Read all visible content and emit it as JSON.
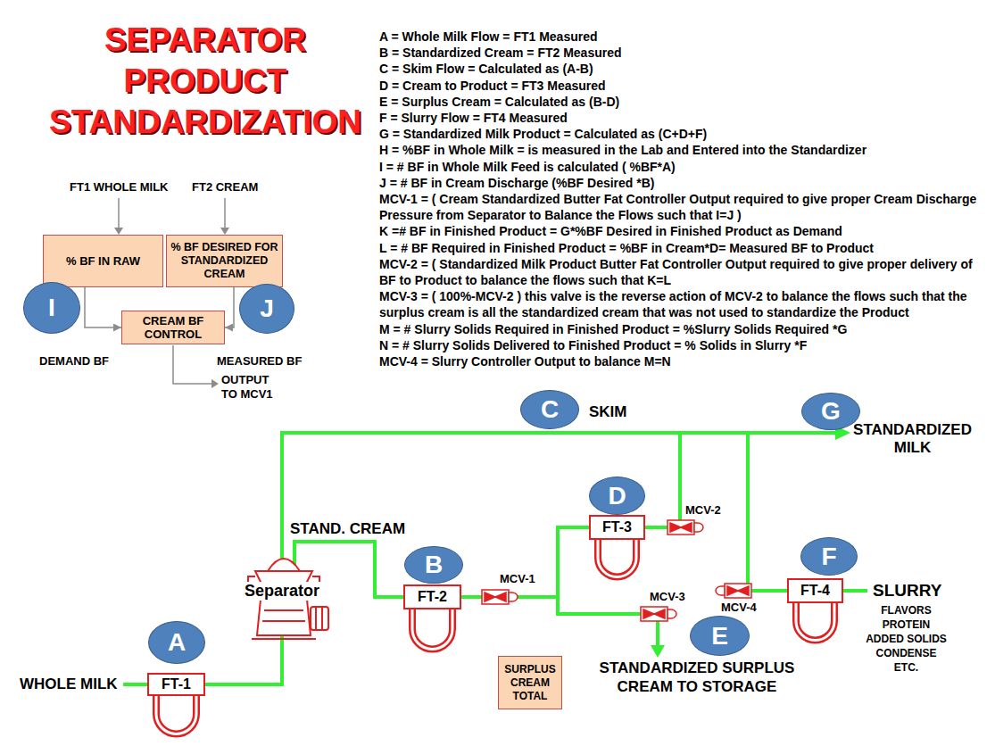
{
  "diagram": {
    "title": "SEPARATOR PRODUCT STANDARDIZATION",
    "nodes": [
      {
        "text": [
          "% BF IN RAW"
        ]
      },
      {
        "text": [
          "% BF DESIRED FOR STANDARDIZED CREAM"
        ]
      },
      {
        "text": [
          "I"
        ]
      },
      {
        "text": [
          "J"
        ]
      },
      {
        "text": [
          "CREAM BF CONTROL"
        ]
      },
      {
        "text": [
          "C"
        ]
      },
      {
        "text": [
          "G"
        ]
      },
      {
        "text": [
          "D"
        ]
      },
      {
        "text": [
          "FT-3"
        ]
      },
      {
        "text": [
          "F"
        ]
      },
      {
        "text": [
          "B"
        ]
      },
      {
        "text": [
          "FT-4"
        ]
      },
      {
        "text": [
          "FT-2"
        ]
      },
      {
        "text": [
          "A"
        ]
      },
      {
        "text": [
          "E"
        ]
      },
      {
        "text": [
          "SURPLUS CREAM TOTAL"
        ]
      },
      {
        "text": [
          "FT-1"
        ]
      }
    ],
    "edges": [
      {
        "from": 0,
        "to": 4,
        "arrow": "to"
      },
      {
        "from": 1,
        "to": 4,
        "arrow": "to"
      },
      {
        "from": 12,
        "to": 8,
        "arrow": "none"
      }
    ],
    "labels": [
      "A = Whole Milk Flow = FT1 Measured",
      "B = Standardized Cream = FT2 Measured",
      "C = Skim Flow = Calculated as (A-B)",
      "D = Cream to Product = FT3 Measured",
      "E = Surplus Cream = Calculated as (B-D)",
      "F = Slurry Flow = FT4 Measured",
      "G = Standardized Milk Product = Calculated as (C+D+F)",
      "H = %BF in Whole Milk = is measured in the Lab and Entered into the Standardizer",
      "I = # BF in Whole Milk Feed is calculated ( %BF*A)",
      "J = # BF in Cream Discharge (%BF Desired *B)",
      "MCV-1 = ( Cream Standardized Butter Fat Controller Output required to give proper Cream Discharge Pressure from Separator to Balance the Flows such that I=J )",
      "K =# BF in Finished Product = G*%BF Desired in Finished Product as Demand",
      "L = # BF Required in Finished Product = %BF in Cream*D= Measured BF to Product",
      "MCV-2 = ( Standardized Milk Product Butter Fat Controller Output required to give proper delivery of BF to Product to balance the flows such that K=L",
      "MCV-3 = ( 100%-MCV-2 ) this valve is the reverse action of MCV-2 to balance the flows such that the surplus cream is all the standardized cream that was not used to standardize the Product",
      "M = # Slurry Solids Required in Finished Product = %Slurry Solids Required *G",
      "N = # Slurry Solids Delivered to Finished Product = % Solids in Slurry *F",
      "MCV-4 = Slurry Controller Output to balance M=N",
      "FT1 WHOLE MILK",
      "FT2 CREAM",
      "DEMAND BF",
      "MEASURED BF",
      "OUTPUT TO MCV1",
      "SKIM",
      "STANDARDIZED MILK",
      "STAND. CREAM",
      "Separator",
      "MCV-1",
      "MCV-2",
      "MCV-3",
      "MCV-4",
      "SLURRY",
      "FLAVORS PROTEIN ADDED SOLIDS CONDENSE ETC.",
      "WHOLE MILK",
      "STANDARDIZED SURPLUS CREAM TO STORAGE"
    ]
  }
}
